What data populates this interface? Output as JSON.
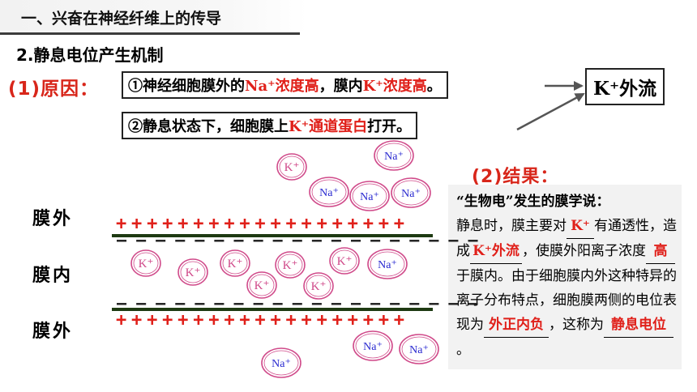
{
  "header": {
    "title": "一、兴奋在神经纤维上的传导"
  },
  "section": {
    "subtitle": "2.静息电位产生机制"
  },
  "reason": {
    "label": "(1)原因：",
    "box1": {
      "prefix": "①神经细胞膜外的",
      "ion_a": "Na⁺浓度高",
      "middle": "，膜内",
      "ion_b": "K⁺浓度高",
      "suffix": "。"
    },
    "box2": {
      "prefix": "②静息状态下，细胞膜上",
      "highlight": "K⁺通道蛋白",
      "suffix": "打开。"
    },
    "result_box": "K⁺外流"
  },
  "result": {
    "label": "(2)结果：",
    "quote_title": "“生物电”发生的膜学说：",
    "t1": "静息时，膜主要对",
    "b1": "K⁺",
    "t2": "有通透性，造成",
    "b2": "K⁺外流",
    "t3": "，使膜外阳离子浓度",
    "b3": "高",
    "t4": "于膜内。由于细胞膜内外这种特异的离子分布特点，细胞膜两侧的电位表现为",
    "b4": "外正内负",
    "t5": "，这称为",
    "b5": "静息电位",
    "t6": "。"
  },
  "diagram": {
    "labels": {
      "outside_top": "膜外",
      "inside": "膜内",
      "outside_bottom": "膜外"
    },
    "plus_row": "+++++++++++++++++++",
    "minus_row": "‒ ‒ ‒ ‒ ‒ ‒ ‒ ‒ ‒ ‒ ‒ ‒ ‒ ‒ ‒ ‒ ‒ ‒ ‒",
    "k_ion": "K⁺",
    "na_ion": "Na⁺"
  },
  "colors": {
    "accent_red": "#e0201a",
    "membrane_green": "#1e3a12",
    "na_blue": "#2a2ad0",
    "ion_ring": "#d04a8a"
  }
}
